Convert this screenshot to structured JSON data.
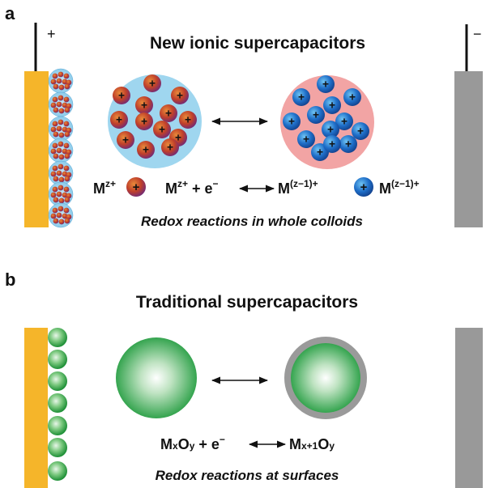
{
  "panel_a": {
    "panel_label": "a",
    "title": "New ionic supercapacitors",
    "positive_sign": "+",
    "negative_sign": "−",
    "particle_sign": "+",
    "eq_left_label": "M",
    "eq_left_sup": "z+",
    "eq_mid_m": "M",
    "eq_mid_sup": "z+",
    "eq_mid_plus_e": " + e",
    "eq_mid_e_sup": "−",
    "eq_right_m": "M",
    "eq_right_sup": "(z−1)+",
    "eq_far_label": "M",
    "eq_far_sup": "(z−1)+",
    "caption": "Redox reactions in whole colloids"
  },
  "panel_b": {
    "panel_label": "b",
    "title": "Traditional supercapacitors",
    "eq_left_m": "M",
    "eq_left_x": "x",
    "eq_left_o": "O",
    "eq_left_y": "y",
    "eq_left_plus_e": " + e",
    "eq_left_e_sup": "−",
    "eq_right_m": "M",
    "eq_right_x": "x+1",
    "eq_right_o": "O",
    "eq_right_y": "y",
    "caption": "Redox reactions at surfaces"
  },
  "colors": {
    "electrode_positive": "#f5b52a",
    "electrode_negative": "#999999",
    "colloid_halo_a": "#9fd6ef",
    "colloid_halo_b": "#f2a4a4",
    "red_particle": "#c0402a",
    "blue_particle": "#1f6fc9",
    "green_particle": "#2e9e45",
    "shell_grey": "#9a9a9a"
  }
}
